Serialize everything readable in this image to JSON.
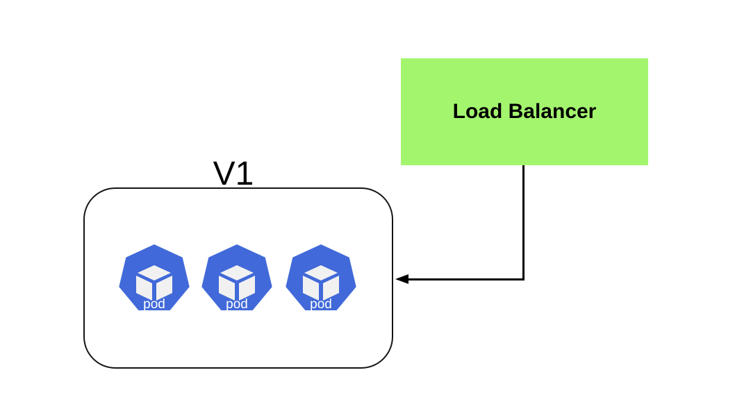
{
  "diagram": {
    "load_balancer": {
      "label": "Load Balancer",
      "bg_color": "#a4f56e",
      "text_color": "#000000"
    },
    "v1_group": {
      "label": "V1",
      "border_color": "#141414",
      "pods": [
        {
          "label": "pod"
        },
        {
          "label": "pod"
        },
        {
          "label": "pod"
        }
      ]
    },
    "connection": {
      "from": "Load Balancer",
      "to": "V1",
      "style": "elbow-arrow",
      "color": "#000000"
    },
    "colors": {
      "pod_blue": "#4169d9",
      "cube_fill": "#f1f1f1",
      "canvas_bg": "#ffffff"
    }
  }
}
